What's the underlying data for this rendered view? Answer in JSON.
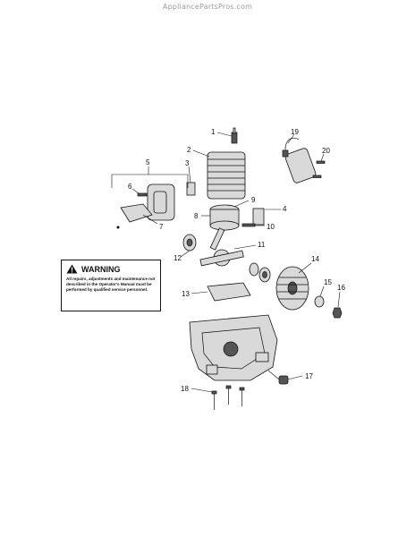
{
  "watermark": "AppliancePartsPros.com",
  "warning": {
    "title": "WARNING",
    "text": "All repairs, adjustments and maintenance not described in the Operator's Manual must be performed by qualified service personnel.",
    "icon": "warning-triangle-icon"
  },
  "callouts": [
    "1",
    "2",
    "3",
    "4",
    "5",
    "6",
    "7",
    "8",
    "9",
    "10",
    "11",
    "12",
    "13",
    "14",
    "15",
    "16",
    "17",
    "18",
    "19",
    "20"
  ],
  "colors": {
    "line": "#111111",
    "part": "#d9d9d9",
    "watermark": "#9a9a9a"
  }
}
